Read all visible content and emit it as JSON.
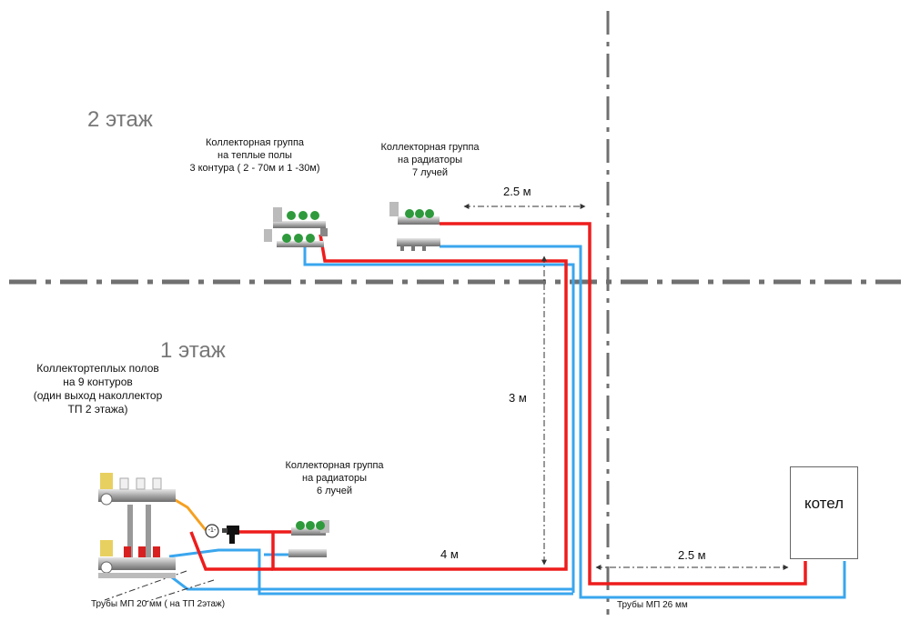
{
  "colors": {
    "supply": "#ee1c1c",
    "return": "#3aa6ee",
    "axis": "#707070",
    "dim_line": "#333333"
  },
  "labels": {
    "floor2": "2 этаж",
    "floor1": "1 этаж",
    "manifold_floor_heating_f2": [
      "Коллекторная группа",
      "на теплые полы",
      "3 контура ( 2 - 70м и 1 -30м)"
    ],
    "manifold_radiators_f2": [
      "Коллекторная группа",
      "на радиаторы",
      "7 лучей"
    ],
    "manifold_floor_heating_f1": [
      "Коллектортеплых полов",
      "на 9 контуров",
      "(один выход наколлектор",
      "ТП 2 этажа)"
    ],
    "manifold_radiators_f1": [
      "Коллекторная группа",
      "на радиаторы",
      "6 лучей"
    ],
    "boiler": "котел",
    "pipes_20": "Трубы МП 20 мм  ( на ТП 2этаж)",
    "pipes_26": "Трубы МП 26 мм",
    "mixer_symbol": "-1-"
  },
  "dimensions": {
    "top": "2.5 м",
    "vertical": "3 м",
    "bottom_left": "4 м",
    "bottom_right": "2.5 м"
  }
}
